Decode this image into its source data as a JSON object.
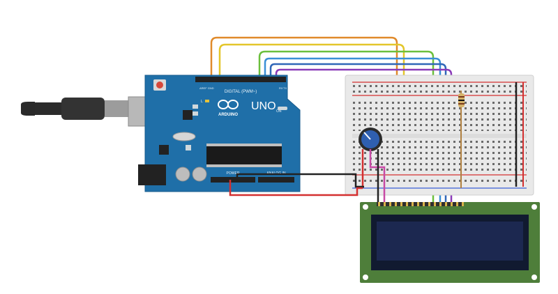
{
  "arduino": {
    "brand": "ARDUINO",
    "model": "UNO",
    "digital_header_label": "DIGITAL (PWM~)",
    "power_header_label": "POWER",
    "analog_header_label": "ANALOG IN",
    "left_header_label": "AREF GND",
    "tx_label": "TX",
    "rx_label": "RX",
    "l_label": "L",
    "on_label": "ON"
  },
  "lcd": {
    "type": "16x2 LCD module",
    "backlight_color": "#1c2850",
    "pcb_color": "#4e7e3a"
  },
  "breadboard": {
    "type": "half-size breadboard"
  },
  "wire_colors": {
    "orange": "#e08a2a",
    "yellow": "#e3c62a",
    "green": "#6bbf3c",
    "blue": "#3a8fd6",
    "purple": "#8a3ab8",
    "black": "#222222",
    "red": "#d43030",
    "magenta": "#c84aa5"
  },
  "components": [
    "usb-cable",
    "arduino-uno",
    "breadboard",
    "potentiometer",
    "resistor",
    "lcd-16x2"
  ]
}
